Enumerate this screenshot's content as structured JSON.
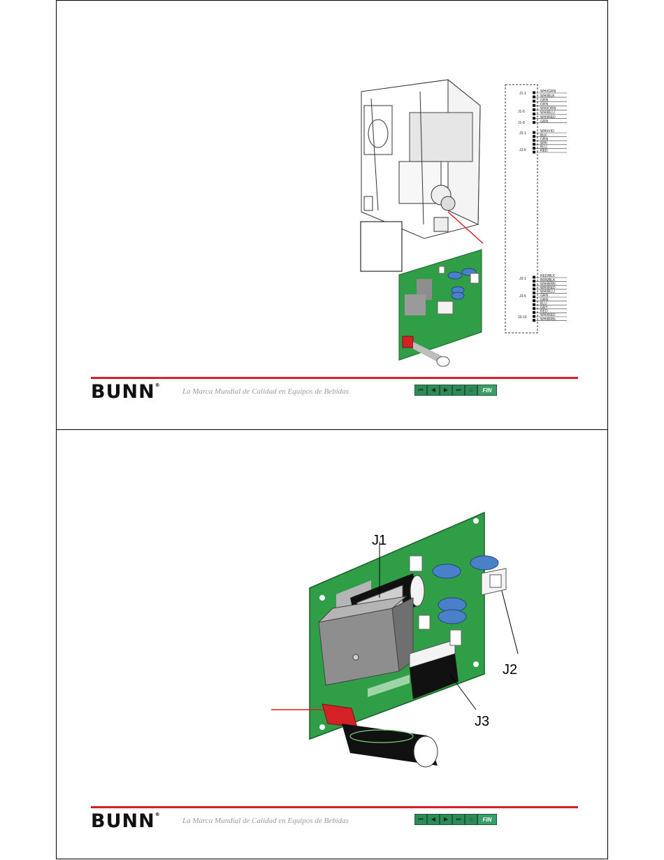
{
  "footer": {
    "brand": "BUNN",
    "registered": "®",
    "tagline": "La Marca Mundial de Calidad en Equipos de Bebidas",
    "nav_first": "⏮",
    "nav_prev": "◀",
    "nav_next": "▶",
    "nav_last": "⏭",
    "nav_home": "⌂",
    "nav_end": "FIN"
  },
  "slide1": {
    "wiring": {
      "j1_start": "J1-1",
      "j1_mid": "J1-5",
      "j1_end": "J1-8",
      "j1_wires": [
        "WHI/GRN",
        "WHI/BLK",
        "GRN",
        "GRN",
        "WHI/ORN",
        "WHI/BLU",
        "WHI/RED",
        "GRN"
      ],
      "j2_start": "J2-1",
      "j2_end": "J2-6",
      "j2_wires": [
        "WHI/VIO",
        "BLK",
        "ORN",
        "WHI",
        "BLU",
        "RED"
      ],
      "j3_start": "J3-1",
      "j3_mid": "J3-5",
      "j3_end": "J3-10",
      "j3_wires": [
        "RED/BLK",
        "BRN/BLK",
        "WHI/BRN",
        "WHI/RED",
        "WHI/BLU",
        "GRN",
        "GRN",
        "BLU",
        "GRY",
        "RED",
        "WHI/RED",
        "WHI/BRN"
      ]
    }
  },
  "slide2": {
    "label_j1": "J1",
    "label_j2": "J2",
    "label_j3": "J3"
  },
  "colors": {
    "board": "#2f9e47",
    "accent_red": "#d42027",
    "capacitor": "#4a80c8",
    "nav_green": "#2e8b57"
  }
}
